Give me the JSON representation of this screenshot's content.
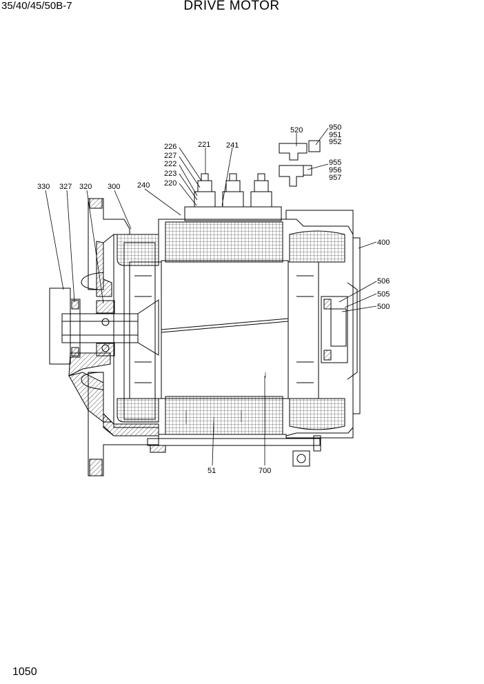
{
  "header": {
    "model": "35/40/45/50B-7",
    "title": "DRIVE MOTOR"
  },
  "footer": {
    "page": "1050"
  },
  "callouts": {
    "c330": "330",
    "c327": "327",
    "c320": "320",
    "c300": "300",
    "c240": "240",
    "c220": "220",
    "c223": "223",
    "c222": "222",
    "c227": "227",
    "c226": "226",
    "c221": "221",
    "c241": "241",
    "c520": "520",
    "c950": "950",
    "c951": "951",
    "c952": "952",
    "c955": "955",
    "c956": "956",
    "c957": "957",
    "c400": "400",
    "c506": "506",
    "c505": "505",
    "c500": "500",
    "c51": "51",
    "c700": "700"
  }
}
